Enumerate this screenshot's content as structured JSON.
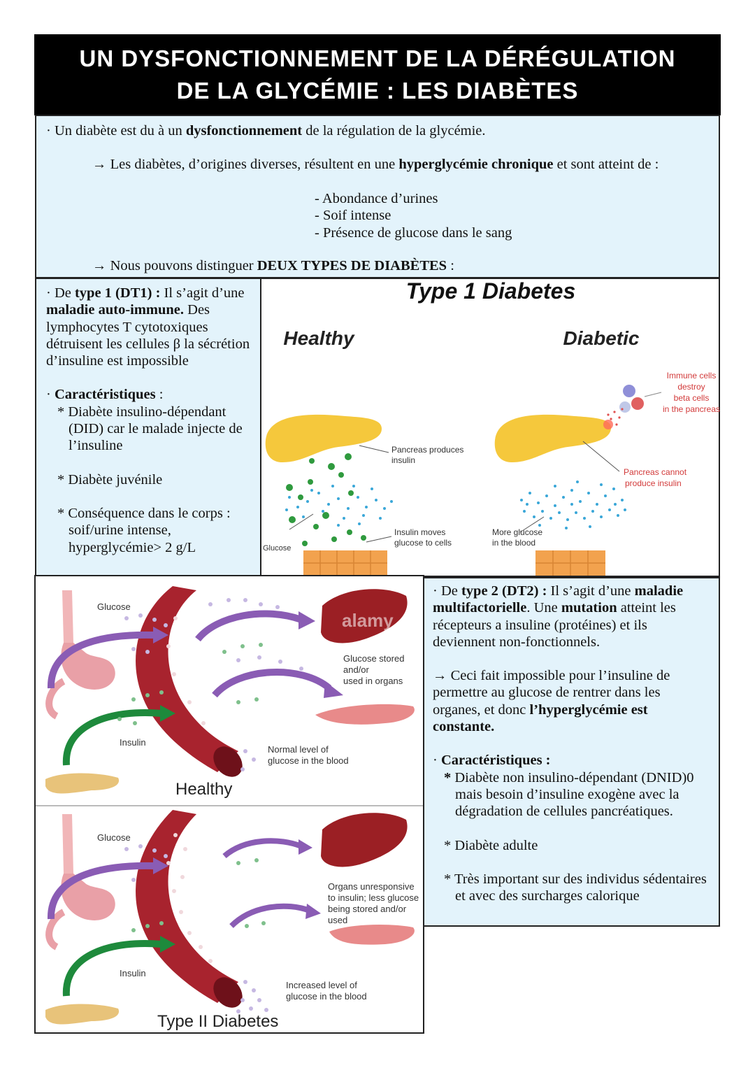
{
  "title": {
    "line1": "UN DYSFONCTIONNEMENT DE LA DÉRÉGULATION",
    "line2": "DE LA GLYCÉMIE : LES DIABÈTES"
  },
  "intro": {
    "l1_pre": "· Un diabète est du à un ",
    "l1_bold": "dysfonctionnement",
    "l1_post": " de la régulation de la glycémie.",
    "l2_pre": "→ Les diabètes, d’origines diverses, résultent en une ",
    "l2_bold": "hyperglycémie chronique",
    "l2_post": " et sont atteint de :",
    "symptoms": [
      "- Abondance d’urines",
      "- Soif intense",
      "- Présence de glucose dans le sang"
    ],
    "l3_pre": "→ Nous pouvons distinguer ",
    "l3_bold": "DEUX TYPES DE DIABÈTES",
    "l3_post": " :"
  },
  "dt1": {
    "p1_a": "· De ",
    "p1_b": "type 1 (DT1) :",
    "p1_c": " Il s’agit d’une ",
    "p1_d": "maladie auto-immune.",
    "p1_e": " Des lymphocytes T cytotoxiques détruisent les cellules β la sécrétion d’insuline est impossible",
    "car_a": "· ",
    "car_b": "Caractéristiques",
    "car_c": " :",
    "items": [
      "* Diabète insulino-dépendant (DID) car le malade injecte de l’insuline",
      "* Diabète juvénile",
      "* Conséquence dans le corps : soif/urine intense, hyperglycémie> 2 g/L"
    ]
  },
  "fig1": {
    "title": "Type 1 Diabetes",
    "healthy": "Healthy",
    "diabetic": "Diabetic",
    "immune": [
      "Immune cells",
      "destroy",
      "beta cells",
      "in the pancreas"
    ],
    "produces": [
      "Pancreas produces",
      "insulin"
    ],
    "cannot": [
      "Pancreas cannot",
      "produce insulin"
    ],
    "moves": [
      "Insulin moves",
      "glucose to cells"
    ],
    "more": [
      "More glucose",
      "in the blood"
    ],
    "glucose": "Glucose"
  },
  "fig2": {
    "glucose": "Glucose",
    "insulin": "Insulin",
    "stored": [
      "Glucose stored",
      "and/or",
      "used in organs"
    ],
    "normal": [
      "Normal level of",
      "glucose in the blood"
    ],
    "healthy": "Healthy",
    "watermark": "alamy",
    "unresp": [
      "Organs unresponsive",
      "to insulin; less glucose",
      "being stored and/or",
      "used"
    ],
    "increased": [
      "Increased level of",
      "glucose in the blood"
    ],
    "type2": "Type II Diabetes"
  },
  "dt2": {
    "p1_a": "· De ",
    "p1_b": "type 2 (DT2) :",
    "p1_c": " Il s’agit d’une ",
    "p1_d": "maladie multifactorielle",
    "p1_e": ". Une ",
    "p1_f": "mutation",
    "p1_g": " atteint les récepteurs a insuline (protéines) et ils deviennent non-fonctionnels.",
    "p2_a": "→ Ceci fait impossible pour l’insuline de permettre au glucose de rentrer dans les organes, et donc ",
    "p2_b": "l’hyperglycémie est constante.",
    "car_a": "· ",
    "car_b": "Caractéristiques :",
    "item1_star": "*",
    "item1": " Diabète non insulino-dépendant (DNID)0 mais besoin d’insuline exogène avec la dégradation de cellules pancréatiques.",
    "item2": "* Diabète adulte",
    "item3": "* Très important sur des individus sédentaires et avec des surcharges calorique"
  },
  "colors": {
    "panel": "#e3f3fb",
    "pancreas": "#f5c83c",
    "insulin": "#2f9a3e",
    "glucose": "#3aa7d8",
    "immune_text": "#d23a3a",
    "vessel": "#a8232e",
    "liver": "#9b1f24",
    "arrow_purple": "#8a5cb4",
    "arrow_green": "#1e8a3c"
  }
}
